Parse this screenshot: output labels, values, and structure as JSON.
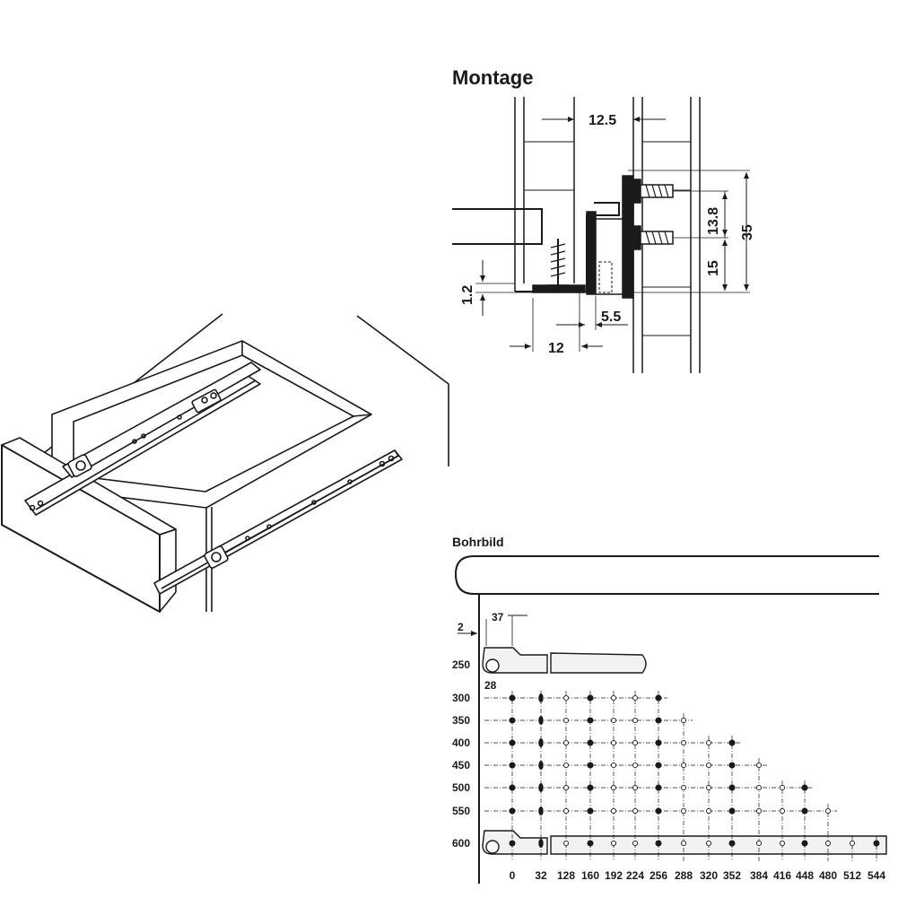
{
  "montage": {
    "title": "Montage",
    "dims": {
      "top_width": "12.5",
      "upper_screw_spacing": "13.8",
      "total_height": "35",
      "lower_height": "15",
      "bottom_gap": "1.2",
      "bracket_offset": "5.5",
      "bottom_width": "12"
    }
  },
  "bohrbild": {
    "title": "Bohrbild",
    "dims": {
      "edge_offset": "2",
      "first_hole": "37",
      "hole_spacing": "28"
    },
    "lengths": [
      "250",
      "300",
      "350",
      "400",
      "450",
      "500",
      "550",
      "600"
    ],
    "x_positions": [
      "0",
      "32",
      "128",
      "160",
      "192",
      "224",
      "256",
      "288",
      "320",
      "352",
      "384",
      "416",
      "448",
      "480",
      "512",
      "544"
    ]
  },
  "colors": {
    "line": "#1a1a1a",
    "rail_fill": "#f2f2f2",
    "background": "#ffffff"
  }
}
